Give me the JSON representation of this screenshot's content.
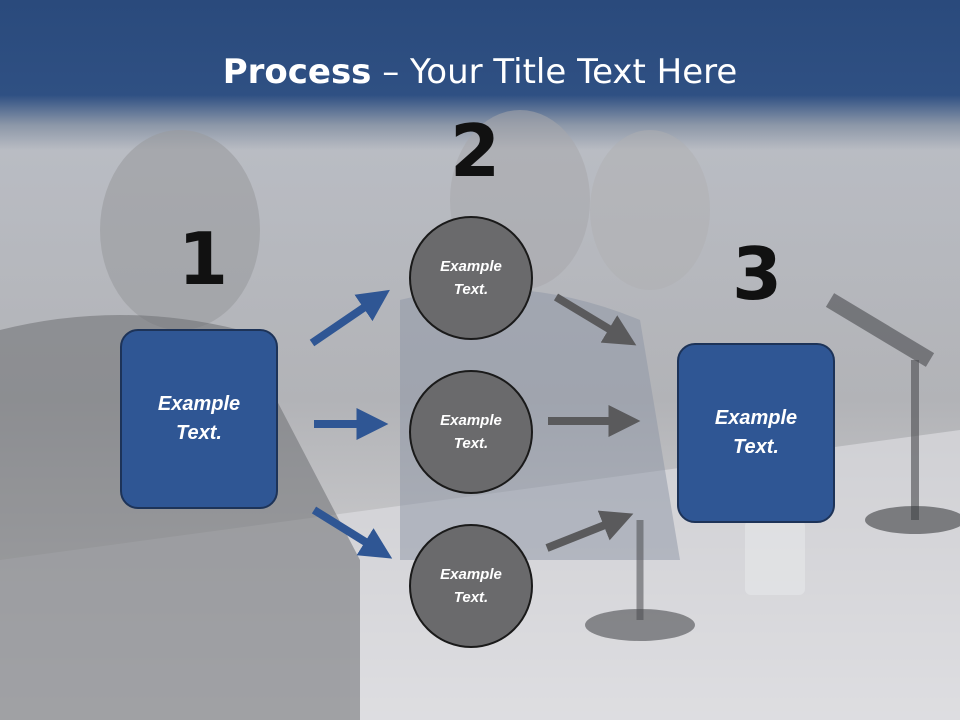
{
  "slide": {
    "title_bold": "Process",
    "title_rest": " – Your Title Text Here",
    "accent_blue": "#2f5694",
    "circle_gray": "#6a6a6c"
  },
  "steps": {
    "step1_number": "1",
    "step2_number": "2",
    "step3_number": "3"
  },
  "left_box": {
    "text_line1": "Example",
    "text_line2": "Text."
  },
  "circles": [
    {
      "text_line1": "Example",
      "text_line2": "Text."
    },
    {
      "text_line1": "Example",
      "text_line2": "Text."
    },
    {
      "text_line1": "Example",
      "text_line2": "Text."
    }
  ],
  "right_box": {
    "text_line1": "Example",
    "text_line2": "Text."
  }
}
